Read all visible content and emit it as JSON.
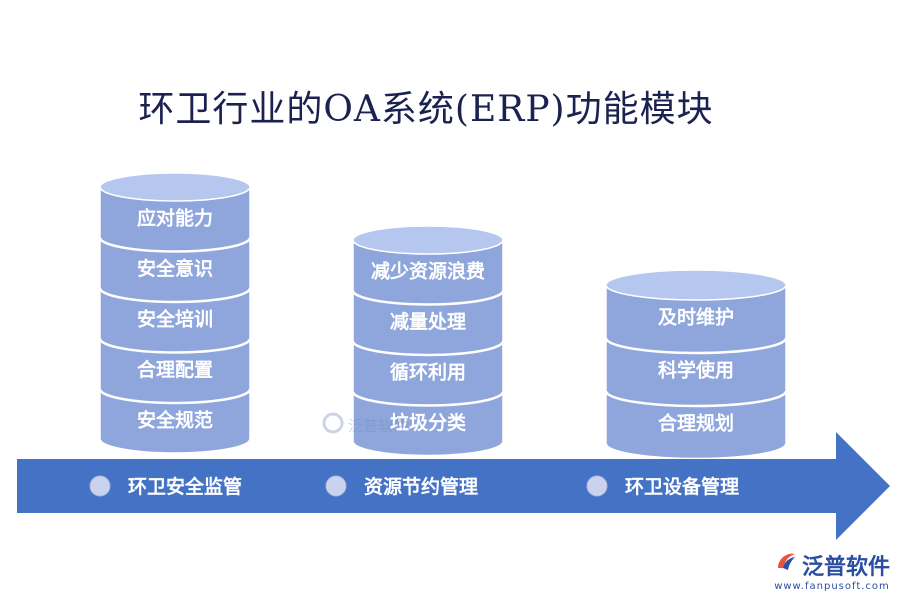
{
  "title": "环卫行业的OA系统(ERP)功能模块",
  "colors": {
    "cylinder_body": "#8ea6dc",
    "cylinder_top": "#b5c7ee",
    "cylinder_shadow": "#7891cc",
    "arrow": "#4472c4",
    "dot": "#c9d3ee"
  },
  "stacks": [
    {
      "name": "stack-safety",
      "items": [
        "应对能力",
        "安全意识",
        "安全培训",
        "合理配置",
        "安全规范"
      ]
    },
    {
      "name": "stack-resource",
      "items": [
        "减少资源浪费",
        "减量处理",
        "循环利用",
        "垃圾分类"
      ]
    },
    {
      "name": "stack-equipment",
      "items": [
        "及时维护",
        "科学使用",
        "合理规划"
      ]
    }
  ],
  "arrow_labels": [
    "环卫安全监管",
    "资源节约管理",
    "环卫设备管理"
  ],
  "logo": {
    "brand": "泛普软件",
    "url": "www.fanpusoft.com"
  },
  "watermark": {
    "text": "泛普软件"
  }
}
